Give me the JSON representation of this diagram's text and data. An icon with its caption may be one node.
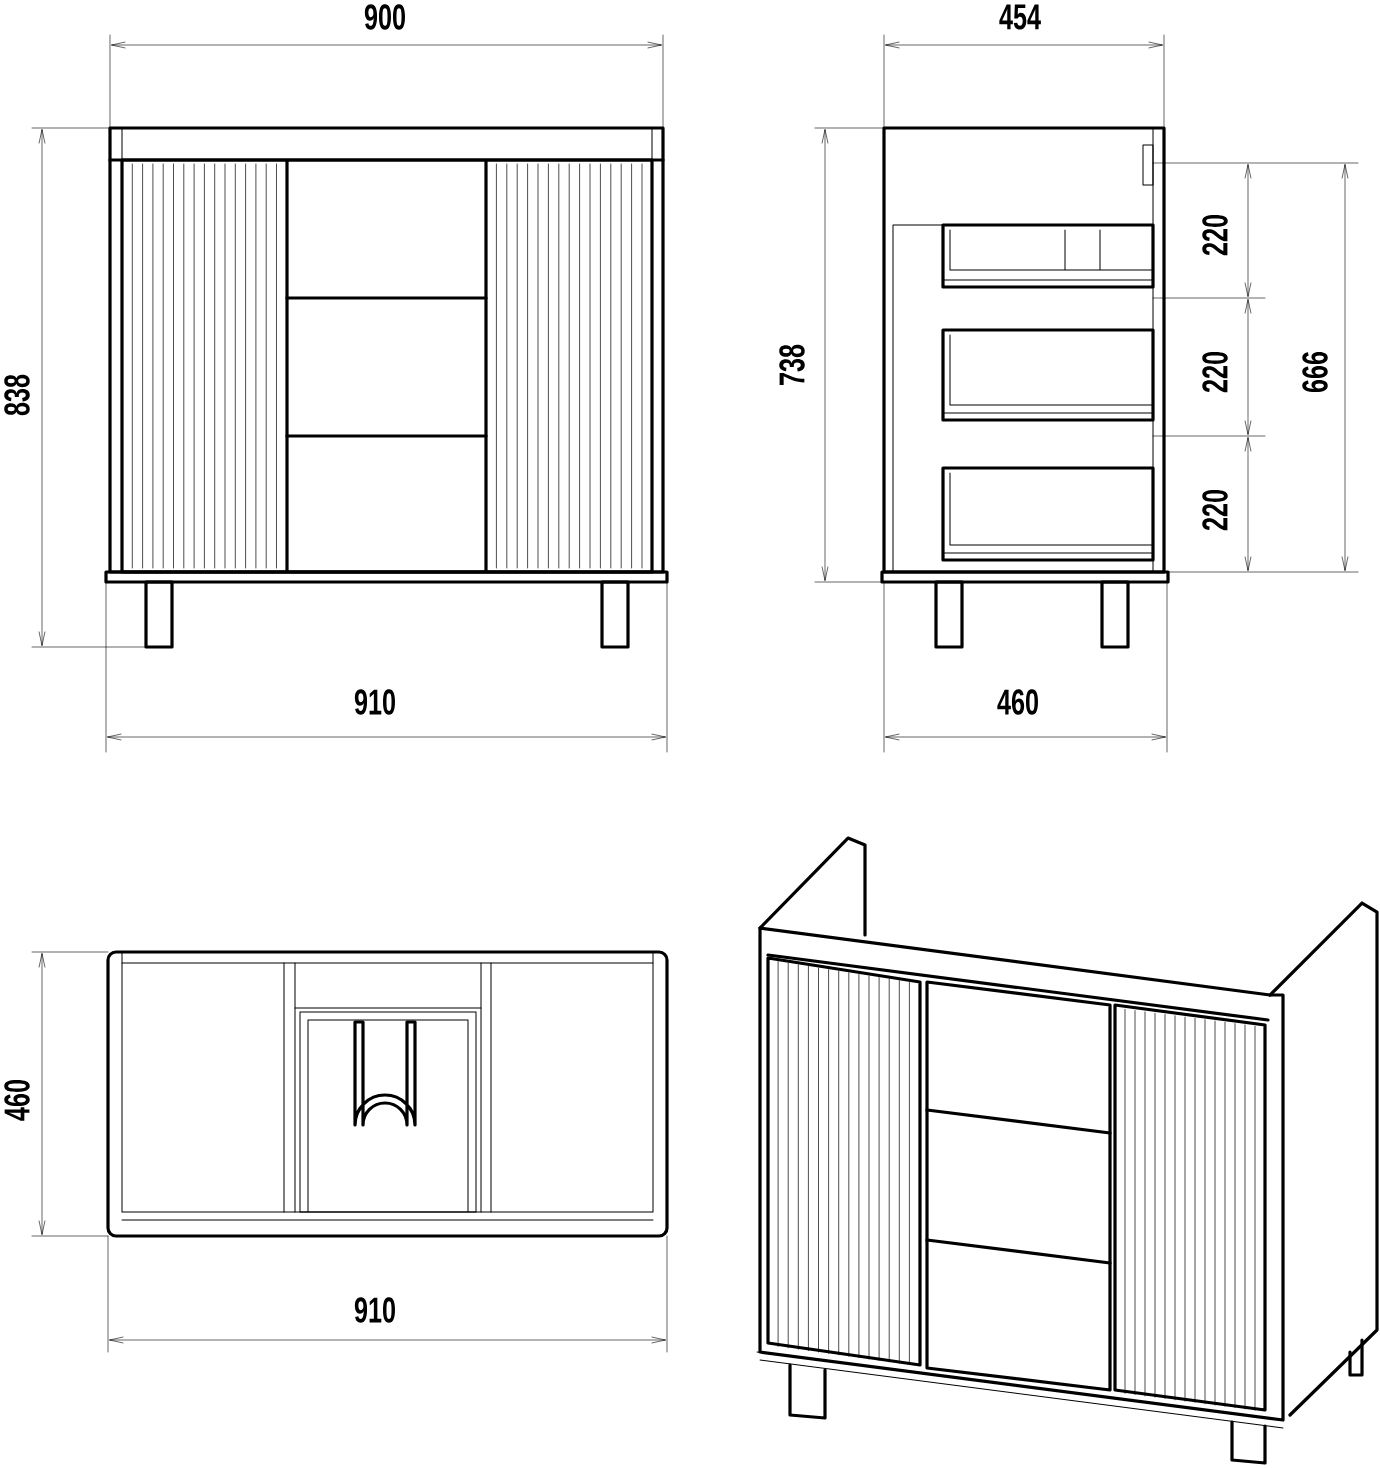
{
  "diagram": {
    "labels": [
      "900",
      "454",
      "838",
      "738",
      "220",
      "220",
      "666",
      "220",
      "910",
      "460",
      "460",
      "910"
    ]
  }
}
